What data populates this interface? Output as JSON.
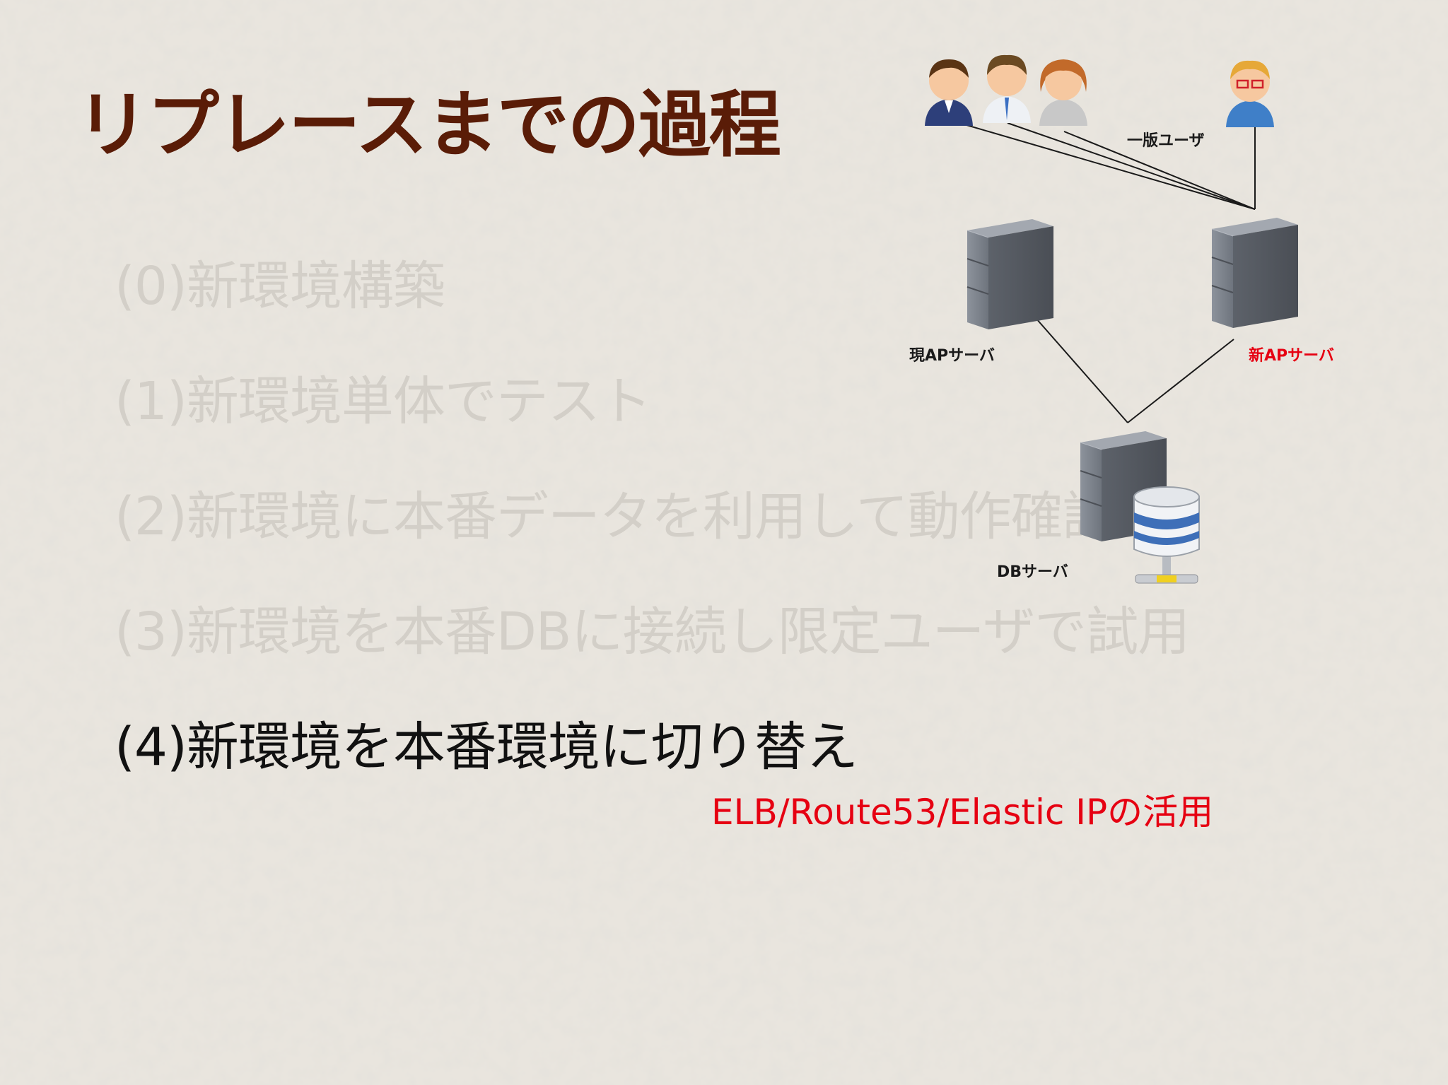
{
  "slide": {
    "title": "リプレースまでの過程",
    "steps": [
      {
        "label": "(0)新環境構築",
        "active": false
      },
      {
        "label": "(1)新環境単体でテスト",
        "active": false
      },
      {
        "label": "(2)新環境に本番データを利用して動作確認",
        "active": false
      },
      {
        "label": "(3)新環境を本番DBに接続し限定ユーザで試用",
        "active": false
      },
      {
        "label": "(4)新環境を本番環境に切り替え",
        "active": true
      }
    ],
    "note": "ELB/Route53/Elastic IPの活用",
    "colors": {
      "title": "#5a1c07",
      "active_step": "#111111",
      "inactive_step": "#d3cfc8",
      "note": "#e60012",
      "new_server_label": "#e60012"
    }
  },
  "diagram": {
    "users_label": "一版ユーザ",
    "current_server_label": "現APサーバ",
    "new_server_label": "新APサーバ",
    "db_server_label": "DBサーバ",
    "icons": [
      "user-icon",
      "user-icon",
      "user-icon",
      "user-icon",
      "server-icon",
      "server-icon",
      "server-icon",
      "database-icon"
    ]
  }
}
